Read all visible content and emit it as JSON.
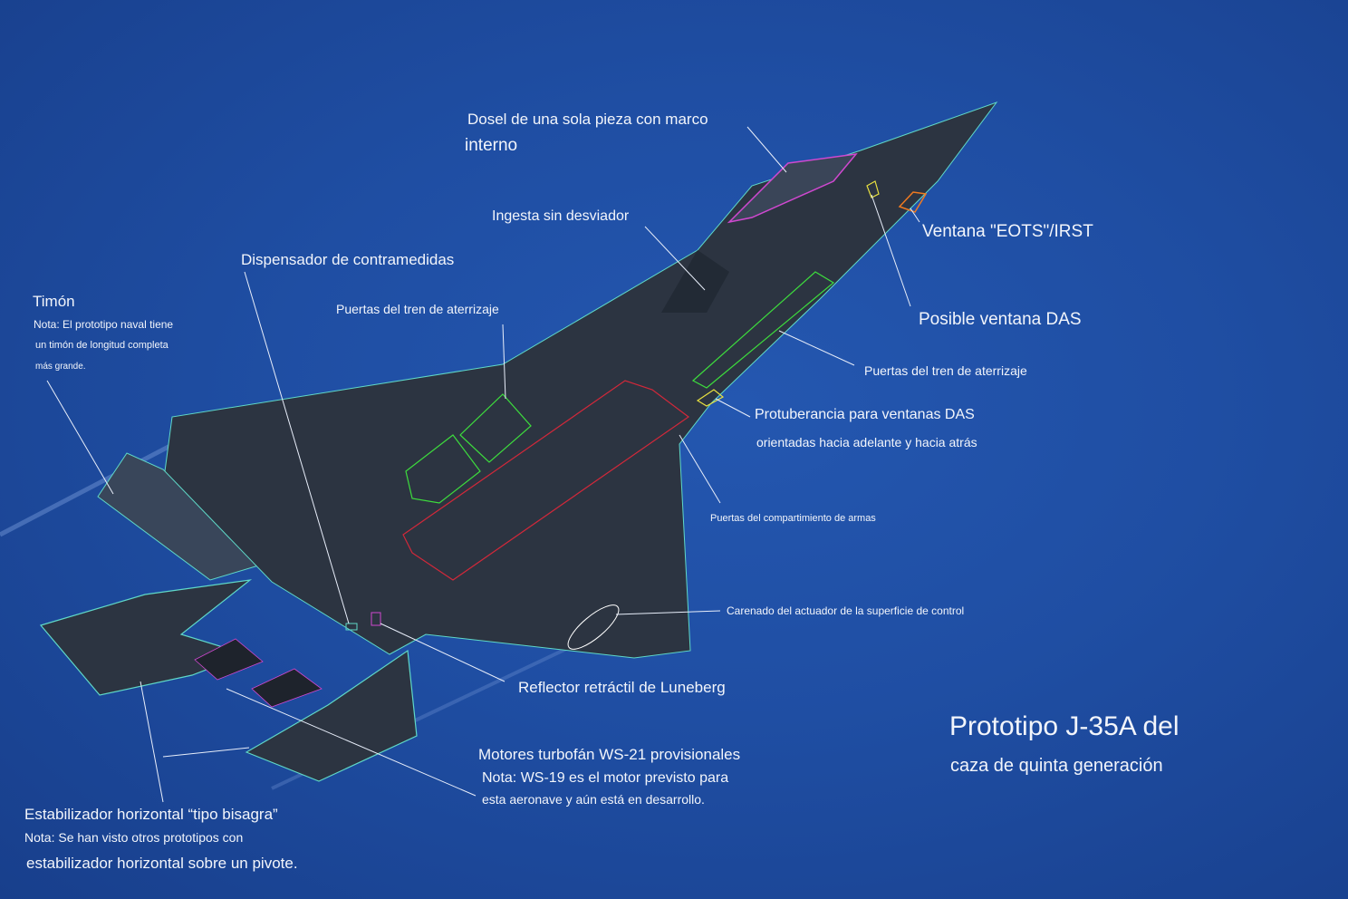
{
  "title": {
    "line1": "Prototipo J-35A del",
    "line2": "caza de quinta generación"
  },
  "labels": {
    "canopy": {
      "line1": "Dosel de una sola pieza con marco",
      "line2": "interno"
    },
    "intake": "Ingesta sin desviador",
    "countermeasures": "Dispensador de contramedidas",
    "rudder": {
      "title": "Timón",
      "note1": "Nota: El prototipo naval tiene",
      "note2": "un timón de longitud completa",
      "note3": "más grande."
    },
    "gear_doors_left": "Puertas del tren de aterrizaje",
    "eots": "Ventana \"EOTS\"/IRST",
    "das": "Posible ventana DAS",
    "gear_doors_right": "Puertas del tren de aterrizaje",
    "das_bulge": {
      "line1": "Protuberancia para ventanas DAS",
      "line2": "orientadas hacia adelante y hacia atrás"
    },
    "weapons_bay": "Puertas del compartimiento de armas",
    "actuator_fairing": "Carenado del actuador de la superficie de control",
    "luneberg": "Reflector retráctil de Luneberg",
    "engines": {
      "line1": "Motores turbofán WS-21 provisionales",
      "line2": "Nota: WS-19 es el motor previsto para",
      "line3": "esta aeronave y aún está en desarrollo."
    },
    "stabilizer": {
      "line1": "Estabilizador horizontal “tipo bisagra”",
      "line2": "Nota: Se han visto otros prototipos con",
      "line3": "estabilizador horizontal sobre un pivote."
    }
  },
  "colors": {
    "background": "#1f4ea3",
    "airframe": "#2c3441",
    "edge": "#5fd8c8",
    "gear_doors": "#3ddc3d",
    "weapons_bay": "#d2283a",
    "canopy": "#d048d0",
    "eots": "#f07a20",
    "das": "#e8e040"
  }
}
